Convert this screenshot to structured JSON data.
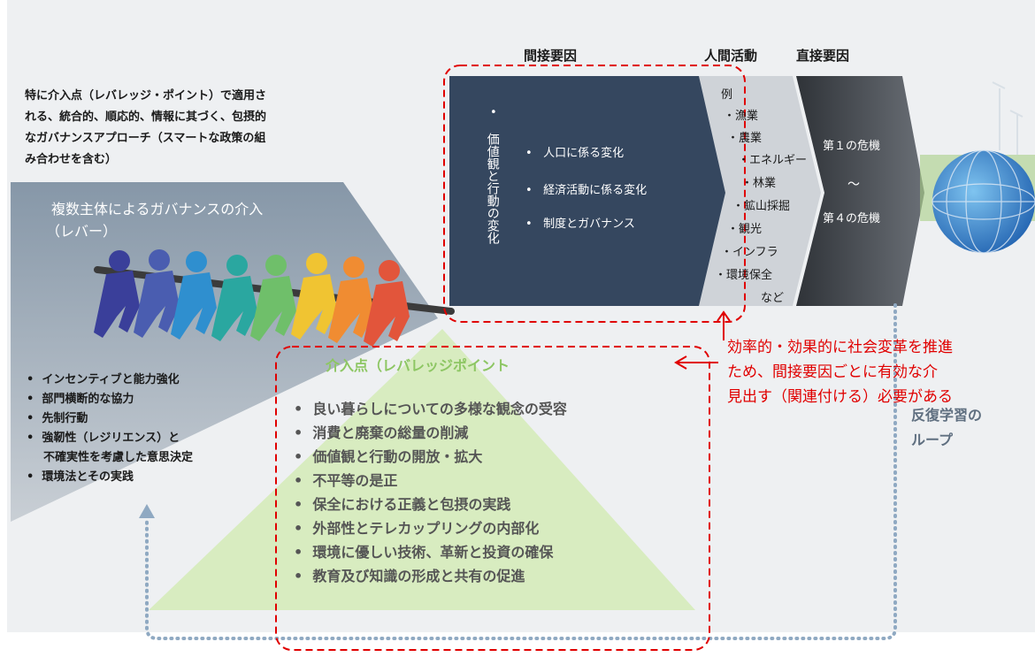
{
  "headers": {
    "indirect": "間接要因",
    "human_activity": "人間活動",
    "direct": "直接要因"
  },
  "intro_text": [
    "特に介入点（レバレッジ・ポイント）で適用さ",
    "れる、統合的、順応的、情報に其づく、包摂的",
    "なガバナンスアプローチ（スマートな政策の組",
    "み合わせを含む）"
  ],
  "lever": {
    "title": "複数主体によるガバナンスの介入",
    "subtitle": "（レバー）"
  },
  "lever_items": [
    "インセンティブと能力強化",
    "部門横断的な協力",
    "先制行動",
    "強靭性（レジリエンス）と",
    "不確実性を考慮した意思決定",
    "環境法とその実践"
  ],
  "bullet_glyph": "•",
  "indirect_box": {
    "vertical_bullet": "•",
    "vertical_text": "価値観と行動の変化",
    "items": [
      "人口に係る変化",
      "経済活動に係る変化",
      "制度とガバナンス"
    ]
  },
  "human_activity": {
    "example_label": "例",
    "items": [
      "・漁業",
      "・農業",
      "・エネルギー",
      "・林業",
      "・鉱山採掘",
      "・観光",
      "・インフラ",
      "・環境保全",
      "など"
    ]
  },
  "direct_box": {
    "line1": "第１の危機",
    "line2": "～",
    "line3": "第４の危機"
  },
  "leverage_points": {
    "title": "介入点（レバレッジポイント",
    "items": [
      "良い暮らしについての多様な観念の受容",
      "消費と廃棄の総量の削減",
      "価値観と行動の開放・拡大",
      "不平等の是正",
      "保全における正義と包摂の実践",
      "外部性とテレカップリングの内部化",
      "環境に優しい技術、革新と投資の確保",
      "教育及び知識の形成と共有の促進"
    ]
  },
  "red_note": [
    "効率的・効果的に社会変革を推進",
    "ため、間接要因ごとに有効な介",
    "見出す（関連付ける）必要がある"
  ],
  "loop_label": [
    "反復学習の",
    "ループ"
  ],
  "colors": {
    "indirect_box": "#35475f",
    "human_activity": "#cfd3d8",
    "direct_box": "#3e4249",
    "lever_band": "#8e9eae",
    "pyramid": "#d8ecc0",
    "annotation_red": "#e00000",
    "loop_dots": "#8fa9c2"
  }
}
